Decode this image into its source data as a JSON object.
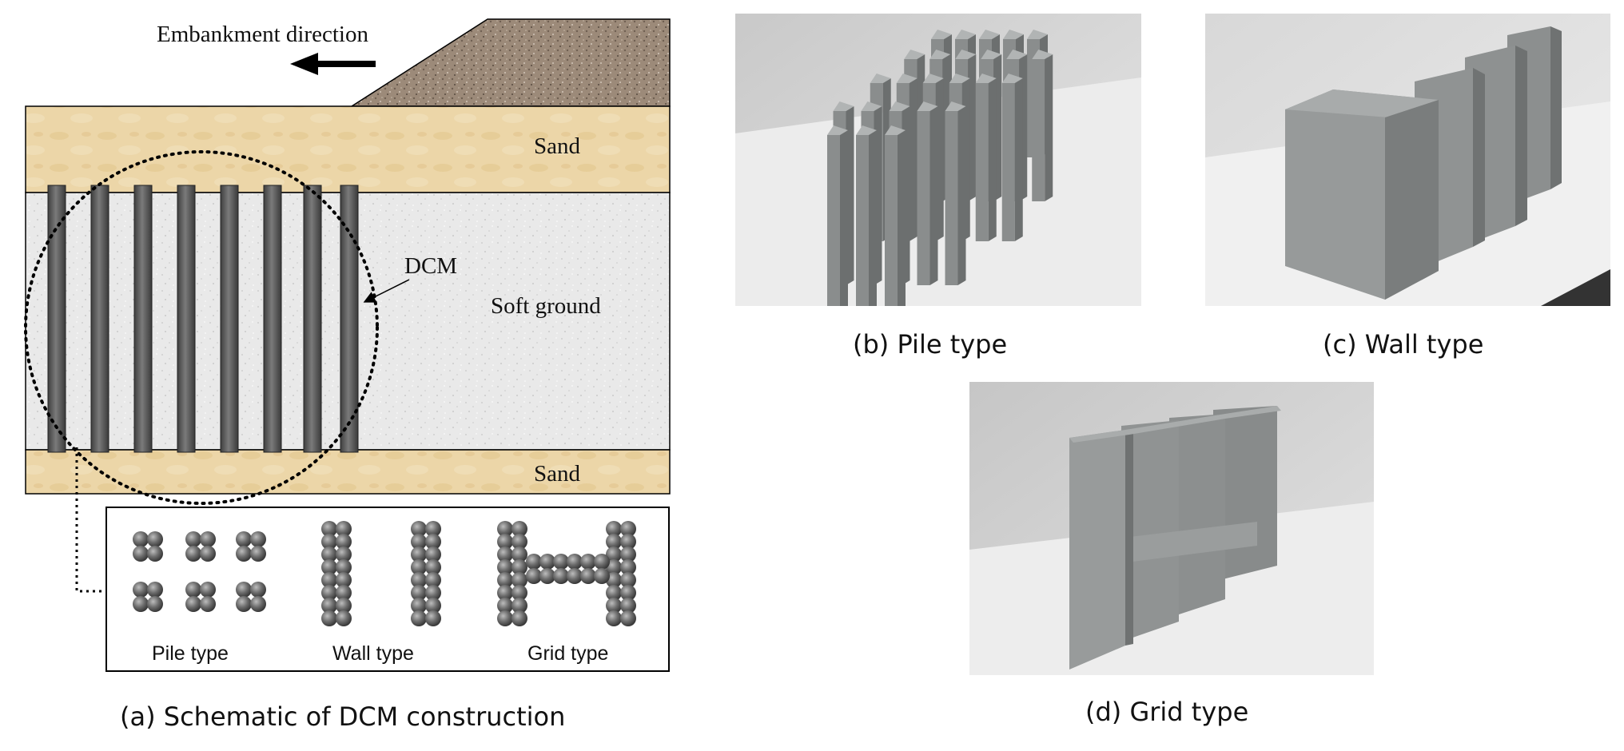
{
  "schematic": {
    "embankment_label": "Embankment direction",
    "sand_top_label": "Sand",
    "soft_ground_label": "Soft ground",
    "sand_bottom_label": "Sand",
    "dcm_label": "DCM",
    "layouts": {
      "pile": "Pile type",
      "wall": "Wall type",
      "grid": "Grid type"
    },
    "caption": "(a) Schematic of DCM construction"
  },
  "photos": {
    "pile": {
      "caption": "(b) Pile type"
    },
    "wall": {
      "caption": "(c) Wall type"
    },
    "grid": {
      "caption": "(d) Grid type"
    }
  },
  "colors": {
    "sand": "#ead2a2",
    "soft_ground": "#e7e7e7",
    "embankment": "#9a8776",
    "dcm_column": "#5b5b5b",
    "photo_background": "#dcdcdc",
    "specimen": "#8f9292"
  }
}
